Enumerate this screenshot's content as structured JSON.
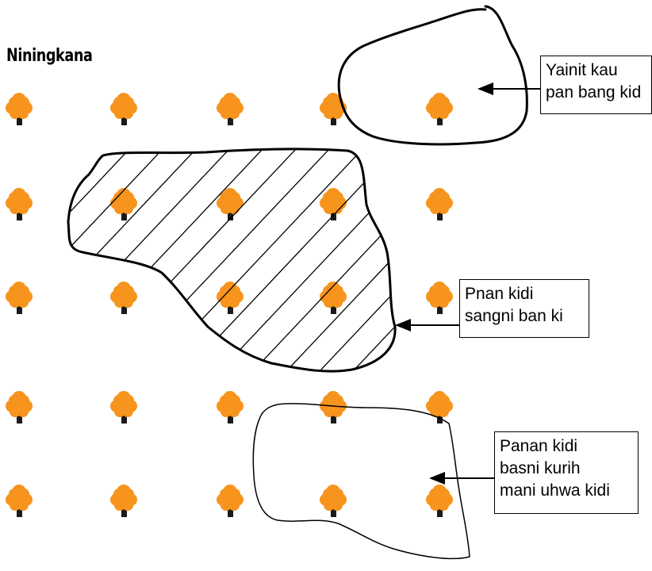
{
  "title": "Niningkana",
  "colors": {
    "tree_crown": "#f7941d",
    "tree_trunk": "#1a1a1a",
    "outline": "#000000"
  },
  "tree_grid": {
    "rows": 5,
    "columns": 5,
    "icon": "tree-icon"
  },
  "areas": [
    {
      "id": "area-top-right",
      "hatched": false,
      "label_lines": [
        "Yainit kau",
        "pan bang kid"
      ]
    },
    {
      "id": "area-hatched",
      "hatched": true,
      "label_lines": [
        "Pnan kidi",
        "sangni ban ki"
      ]
    },
    {
      "id": "area-bottom",
      "hatched": false,
      "label_lines": [
        "Panan kidi",
        "basni kurih",
        "mani uhwa kidi"
      ]
    }
  ]
}
